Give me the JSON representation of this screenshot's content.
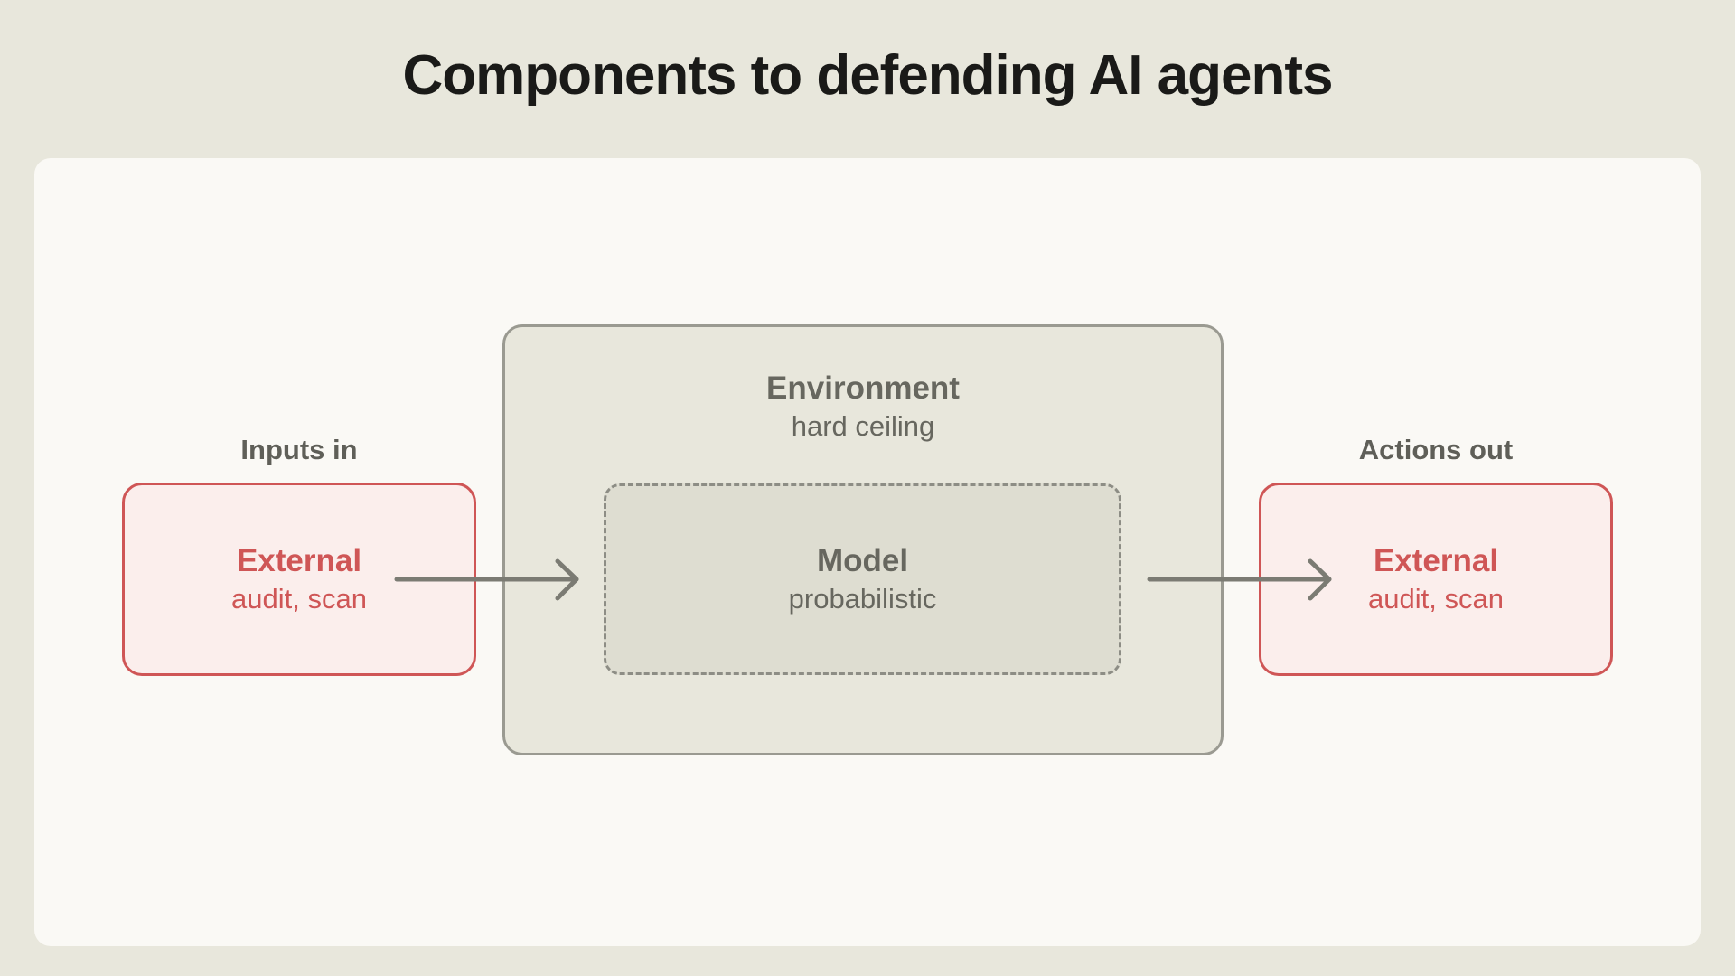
{
  "title": "Components to defending AI agents",
  "inputs": {
    "label": "Inputs in",
    "box_title": "External",
    "box_sub": "audit, scan"
  },
  "environment": {
    "title": "Environment",
    "sub": "hard ceiling"
  },
  "model": {
    "title": "Model",
    "sub": "probabilistic"
  },
  "outputs": {
    "label": "Actions out",
    "box_title": "External",
    "box_sub": "audit, scan"
  },
  "colors": {
    "background": "#e8e7dc",
    "panel": "#faf9f5",
    "accent_red": "#cf5656",
    "external_fill": "#fbeeec",
    "environment_border": "#9a9a91",
    "model_fill": "#deddd1",
    "arrow": "#7b7b73"
  },
  "icons": {
    "input_arrow": "right-arrow-icon",
    "output_arrow": "right-arrow-icon"
  }
}
